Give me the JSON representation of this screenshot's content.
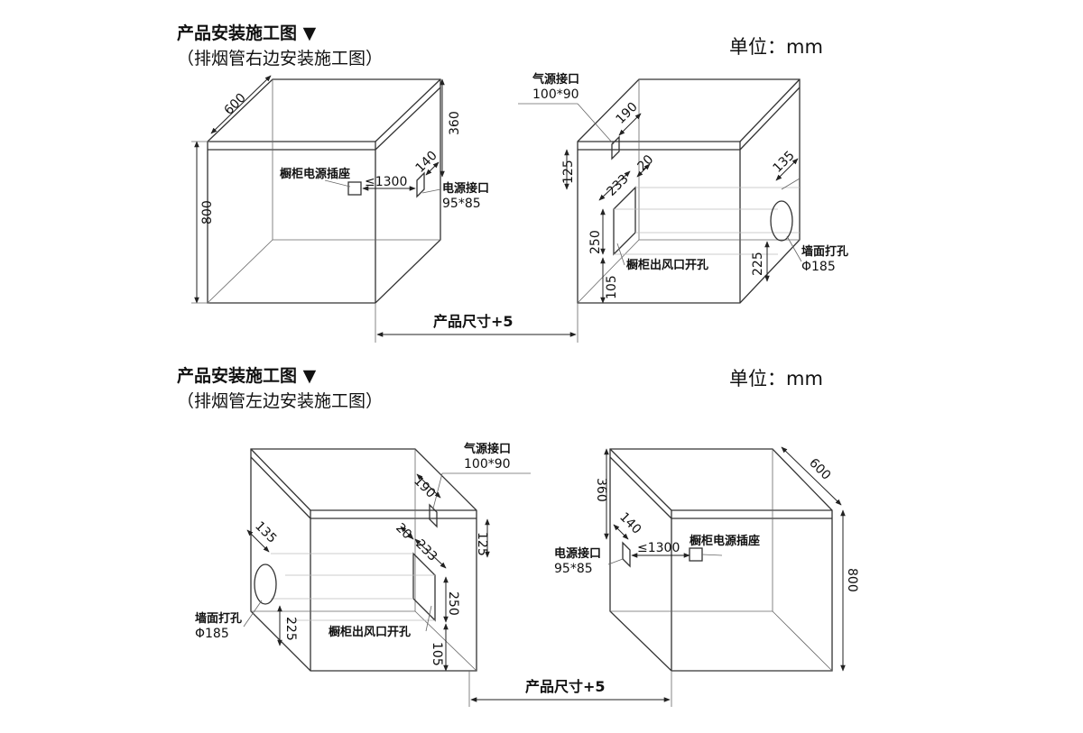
{
  "top": {
    "title": "产品安装施工图 ▼",
    "subtitle": "（排烟管右边安装施工图）",
    "unit": "单位：mm",
    "left": {
      "depth": "600",
      "height": "800",
      "top_gap": "360",
      "offset_w": "140",
      "length": "≤1300",
      "socket": "橱柜电源插座",
      "power_port": "电源接口",
      "power_size": "95*85"
    },
    "right": {
      "gas_port": "气源接口",
      "gas_size": "100*90",
      "d190": "190",
      "d125": "125",
      "d20": "20",
      "d233": "233",
      "d135": "135",
      "d250": "250",
      "d105": "105",
      "d225": "225",
      "vent": "橱柜出风口开孔",
      "wall_hole": "墙面打孔",
      "hole_size": "Φ185"
    },
    "product": "产品尺寸+5"
  },
  "bottom": {
    "title": "产品安装施工图 ▼",
    "subtitle": "（排烟管左边安装施工图）",
    "unit": "单位：mm",
    "left": {
      "gas_port": "气源接口",
      "gas_size": "100*90",
      "d190": "190",
      "d125": "125",
      "d20": "20",
      "d233": "233",
      "d135": "135",
      "d250": "250",
      "d105": "105",
      "d225": "225",
      "vent": "橱柜出风口开孔",
      "wall_hole": "墙面打孔",
      "hole_size": "Φ185"
    },
    "right": {
      "depth": "600",
      "height": "800",
      "top_gap": "360",
      "offset_w": "140",
      "length": "≤1300",
      "socket": "橱柜电源插座",
      "power_port": "电源接口",
      "power_size": "95*85"
    },
    "product": "产品尺寸+5"
  }
}
